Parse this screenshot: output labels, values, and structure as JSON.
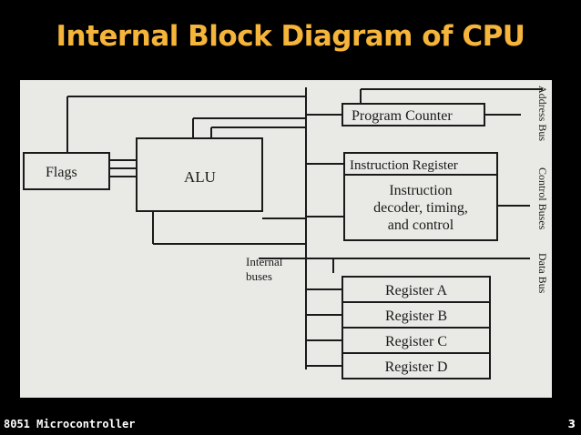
{
  "slide": {
    "title": "Internal Block Diagram of CPU",
    "footer_left": "8051 Microcontroller",
    "page_number": "3",
    "colors": {
      "background": "#000000",
      "title": "#f5b43a",
      "paper": "#e9e9e6",
      "ink": "#1a1a1a"
    }
  },
  "diagram": {
    "blocks": {
      "flags": "Flags",
      "alu": "ALU",
      "program_counter": "Program Counter",
      "instruction_register": "Instruction Register",
      "decoder_line1": "Instruction",
      "decoder_line2": "decoder, timing,",
      "decoder_line3": "and control",
      "register_a": "Register A",
      "register_b": "Register B",
      "register_c": "Register C",
      "register_d": "Register D"
    },
    "internal_buses_line1": "Internal",
    "internal_buses_line2": "buses",
    "bus_labels": {
      "address": "Address Bus",
      "control": "Control Buses",
      "data": "Data Bus"
    }
  }
}
